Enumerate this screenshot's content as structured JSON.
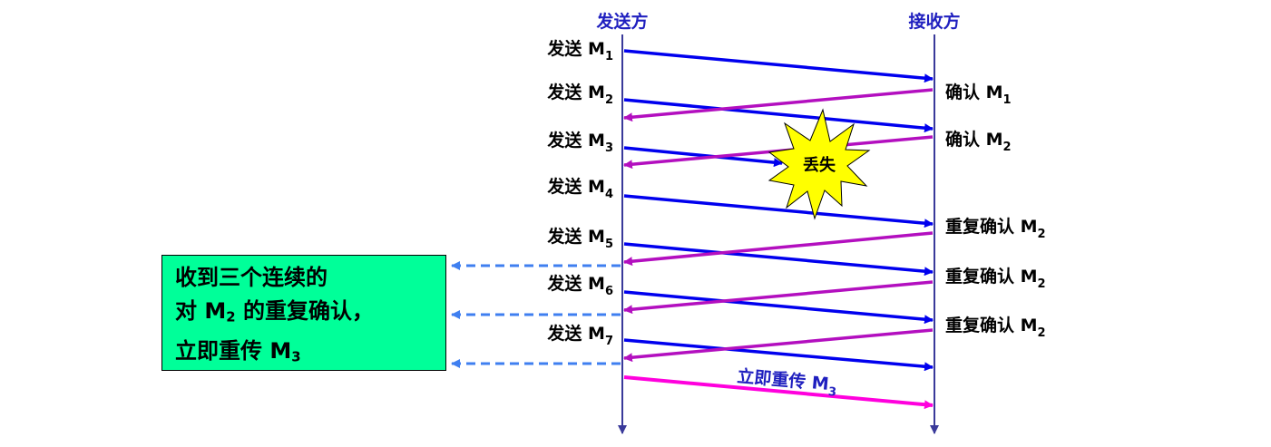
{
  "columns": {
    "sender": "发送方",
    "receiver": "接收方"
  },
  "send_prefix": "发送 M",
  "send_subs": [
    "1",
    "2",
    "3",
    "4",
    "5",
    "6",
    "7"
  ],
  "acks": [
    {
      "prefix": "确认 M",
      "sub": "1"
    },
    {
      "prefix": "确认 M",
      "sub": "2"
    },
    {
      "prefix": "重复确认 M",
      "sub": "2"
    },
    {
      "prefix": "重复确认 M",
      "sub": "2"
    },
    {
      "prefix": "重复确认 M",
      "sub": "2"
    }
  ],
  "loss_label": "丢失",
  "resend": {
    "prefix": "立即重传 M",
    "sub": "3"
  },
  "note": {
    "line1": "收到三个连续的",
    "line2_prefix": "对 M",
    "line2_sub": "2",
    "line2_suffix": " 的重复确认，",
    "line3_prefix": "立即重传 M",
    "line3_sub": "3"
  },
  "colors": {
    "timeline": "#3a3a9a",
    "data": "#0000ee",
    "ack": "#b30fbf",
    "resend": "#ff00dd",
    "dashed": "#3f7ff0",
    "note_bg": "#00ff99",
    "burst": "#ffff00",
    "header_text": "#1f1fbf"
  }
}
